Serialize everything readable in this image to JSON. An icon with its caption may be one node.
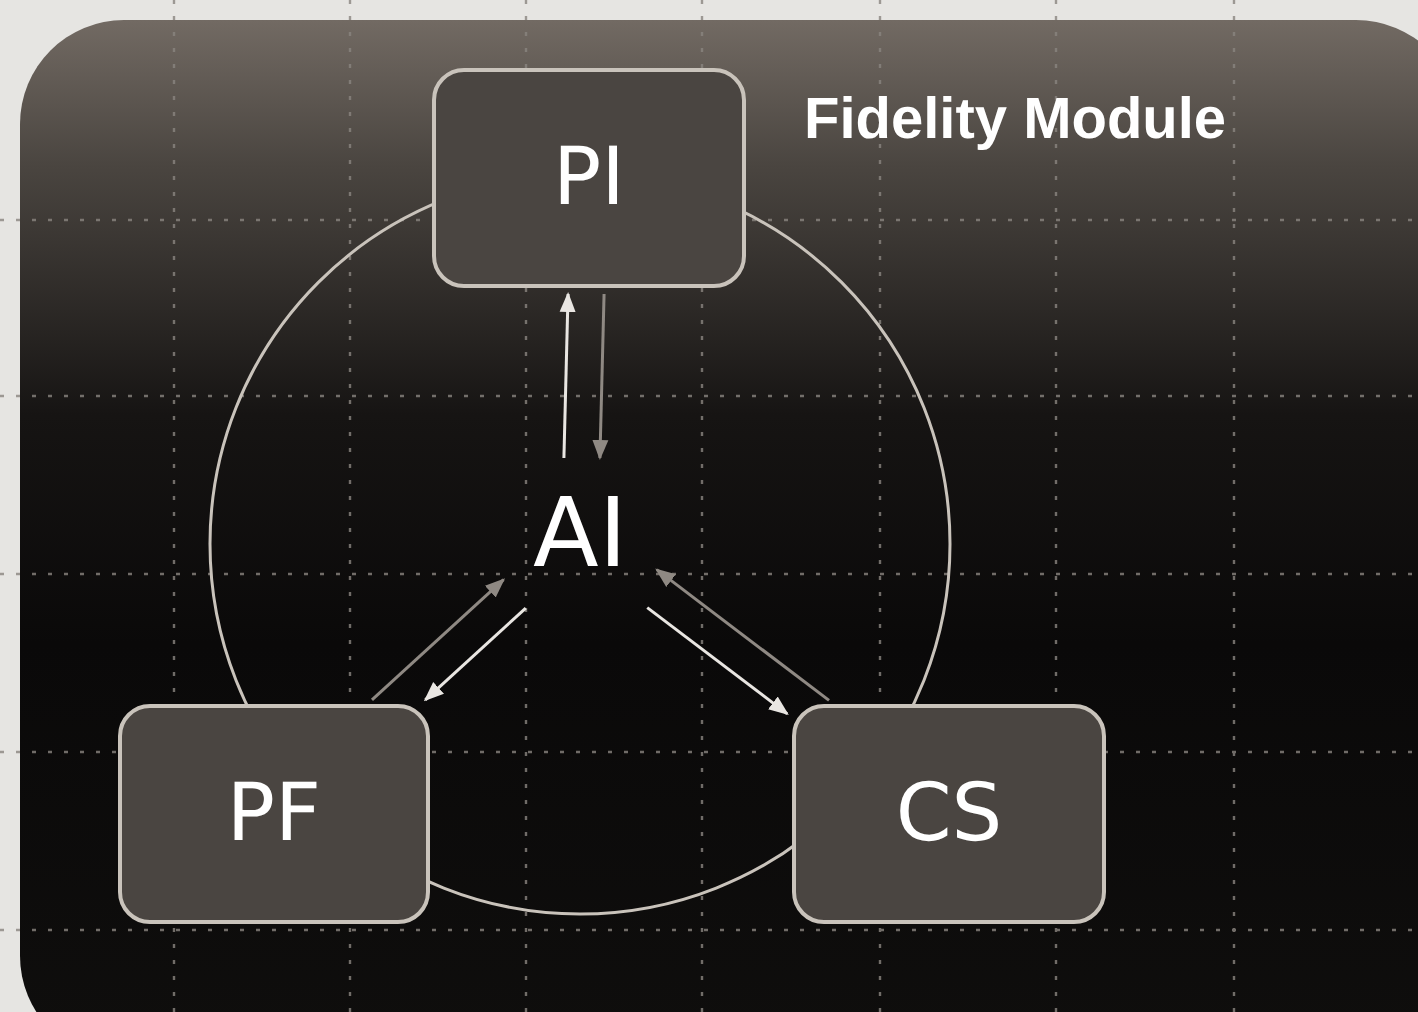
{
  "diagram": {
    "title": "Fidelity Module",
    "nodes": [
      {
        "text": [
          "PI"
        ]
      },
      {
        "text": [
          "AI"
        ]
      },
      {
        "text": [
          "PF"
        ]
      },
      {
        "text": [
          "CS"
        ]
      }
    ],
    "edges": [
      {
        "from": 1,
        "to": 0,
        "arrow": "to"
      },
      {
        "from": 0,
        "to": 1,
        "arrow": "to",
        "color": "#8f8983"
      },
      {
        "from": 2,
        "to": 1,
        "arrow": "to",
        "color": "#8f8983"
      },
      {
        "from": 1,
        "to": 2,
        "arrow": "to"
      },
      {
        "from": 1,
        "to": 3,
        "arrow": "to"
      },
      {
        "from": 3,
        "to": 1,
        "arrow": "to",
        "color": "#8f8983"
      }
    ]
  }
}
